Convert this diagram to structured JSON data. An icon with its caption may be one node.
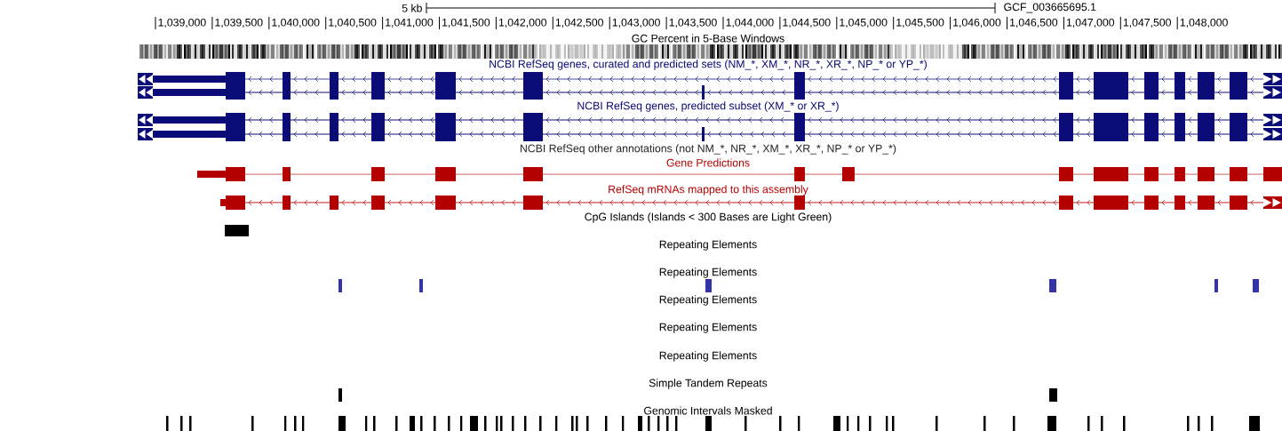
{
  "diagram": {
    "labels": [
      "5 kb",
      "GCF_003665695.1",
      "1,039,000",
      "1,039,500",
      "1,040,000",
      "1,040,500",
      "1,041,000",
      "1,041,500",
      "1,042,000",
      "1,042,500",
      "1,043,000",
      "1,043,500",
      "1,044,000",
      "1,044,500",
      "1,045,000",
      "1,045,500",
      "1,046,000",
      "1,046,500",
      "1,047,000",
      "1,047,500",
      "1,048,000",
      "GC Percent in 5-Base Windows",
      "NCBI RefSeq genes, curated and predicted sets (NM_*, XM_*, NR_*, XR_*, NP_* or YP_*)",
      "NCBI RefSeq genes, predicted subset (XM_* or XR_*)",
      "NCBI RefSeq other annotations (not NM_*, NR_*, XM_*, XR_*, NP_* or YP_*)",
      "Gene Predictions",
      "RefSeq mRNAs mapped to this assembly",
      "CpG Islands (Islands < 300 Bases are Light Green)",
      "Repeating Elements",
      "Repeating Elements",
      "Repeating Elements",
      "Repeating Elements",
      "Repeating Elements",
      "Simple Tandem Repeats",
      "Genomic Intervals Masked"
    ]
  }
}
